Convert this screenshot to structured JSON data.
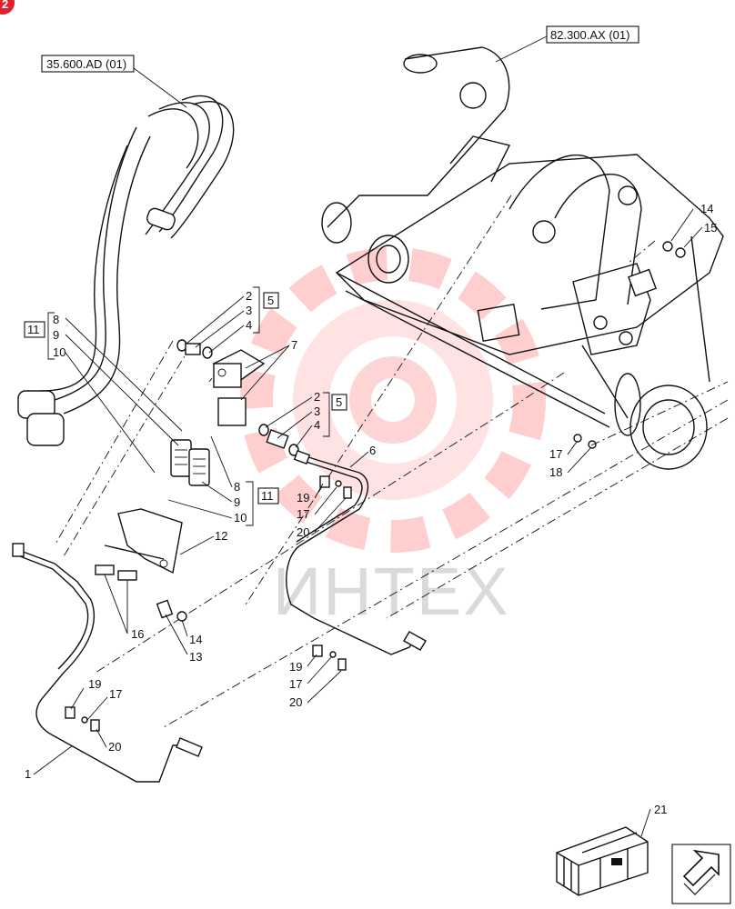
{
  "badge": "2",
  "refs": {
    "hose_ref": "35.600.AD (01)",
    "frame_ref": "82.300.AX (01)"
  },
  "watermark": "ИНТЕХ",
  "groups": {
    "g5_top": "5",
    "g5_mid": "5",
    "g11_left": "11",
    "g11_mid": "11"
  },
  "callouts": [
    {
      "id": "c2a",
      "text": "2"
    },
    {
      "id": "c3a",
      "text": "3"
    },
    {
      "id": "c4a",
      "text": "4"
    },
    {
      "id": "c7",
      "text": "7"
    },
    {
      "id": "c8a",
      "text": "8"
    },
    {
      "id": "c9a",
      "text": "9"
    },
    {
      "id": "c10a",
      "text": "10"
    },
    {
      "id": "c2b",
      "text": "2"
    },
    {
      "id": "c3b",
      "text": "3"
    },
    {
      "id": "c4b",
      "text": "4"
    },
    {
      "id": "c6",
      "text": "6"
    },
    {
      "id": "c8b",
      "text": "8"
    },
    {
      "id": "c9b",
      "text": "9"
    },
    {
      "id": "c10b",
      "text": "10"
    },
    {
      "id": "c12",
      "text": "12"
    },
    {
      "id": "c14a",
      "text": "14"
    },
    {
      "id": "c15",
      "text": "15"
    },
    {
      "id": "c14b",
      "text": "14"
    },
    {
      "id": "c13",
      "text": "13"
    },
    {
      "id": "c16",
      "text": "16"
    },
    {
      "id": "c17a",
      "text": "17"
    },
    {
      "id": "c18",
      "text": "18"
    },
    {
      "id": "c19a",
      "text": "19"
    },
    {
      "id": "c17b",
      "text": "17"
    },
    {
      "id": "c20a",
      "text": "20"
    },
    {
      "id": "c19b",
      "text": "19"
    },
    {
      "id": "c17c",
      "text": "17"
    },
    {
      "id": "c20b",
      "text": "20"
    },
    {
      "id": "c19c",
      "text": "19"
    },
    {
      "id": "c17d",
      "text": "17"
    },
    {
      "id": "c20c",
      "text": "20"
    },
    {
      "id": "c1",
      "text": "1"
    },
    {
      "id": "c21",
      "text": "21"
    }
  ]
}
